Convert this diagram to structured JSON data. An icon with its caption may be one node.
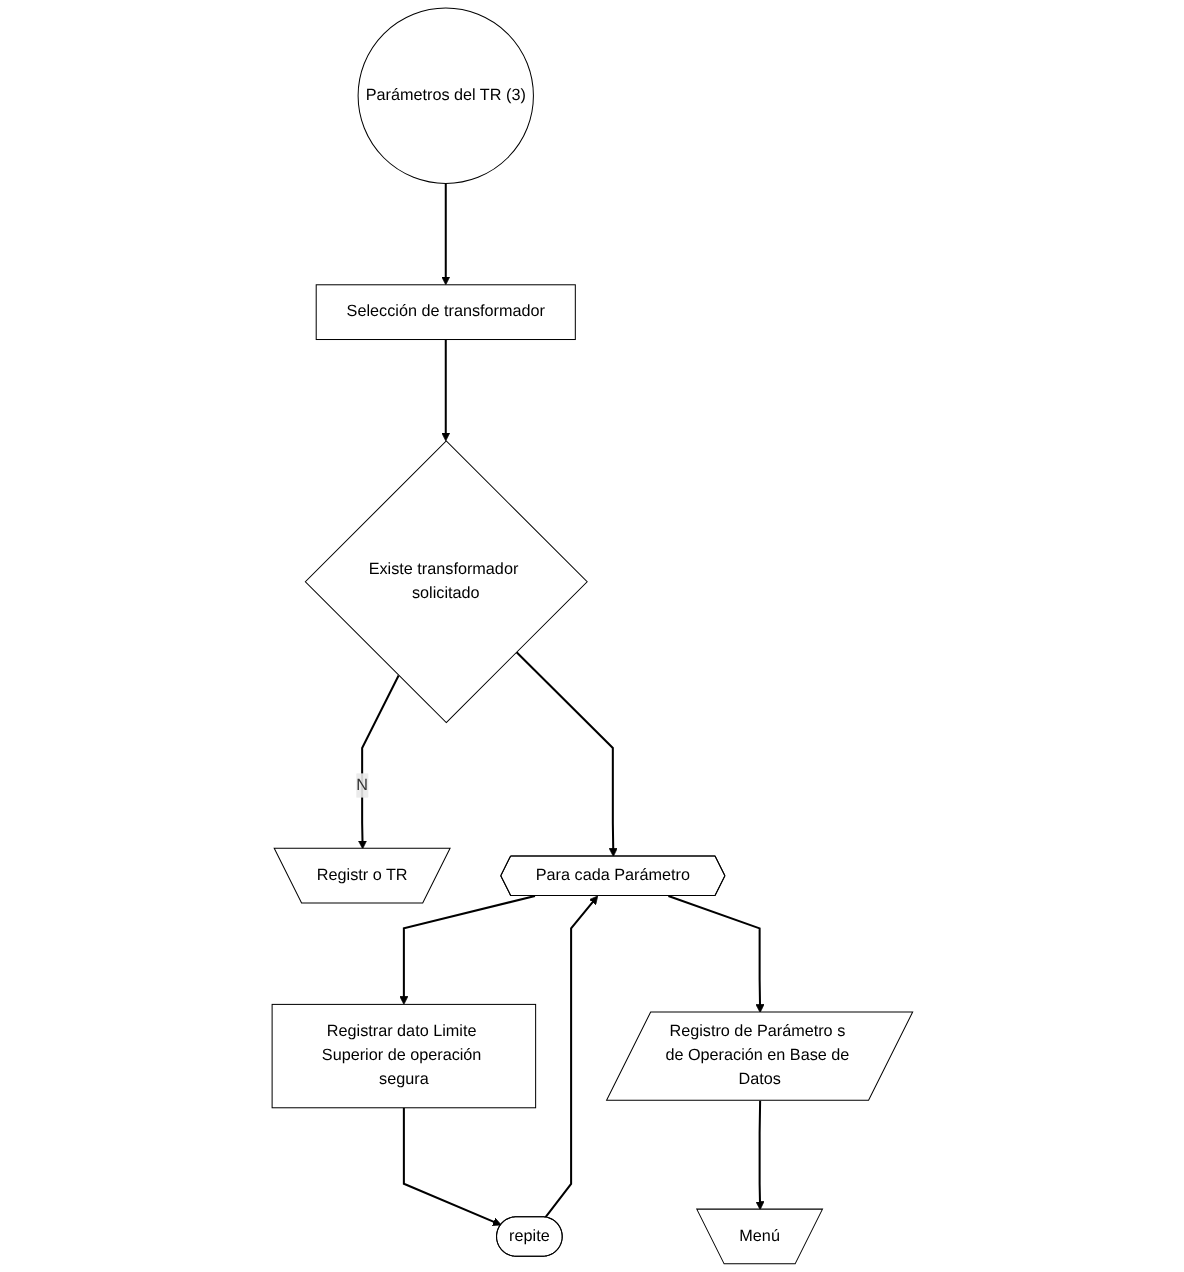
{
  "diagram": {
    "nodes": [
      {
        "text": [
          "Parámetros del TR (3)"
        ]
      },
      {
        "text": [
          "Selección de transformador"
        ]
      },
      {
        "text": [
          "Existe transformador solicitado"
        ]
      },
      {
        "text": [
          "Registr o TR"
        ]
      },
      {
        "text": [
          "Para cada Parámetro"
        ]
      },
      {
        "text": [
          "Registrar dato Limite Superior de operación segura"
        ]
      },
      {
        "text": [
          "repite"
        ]
      },
      {
        "text": [
          "Registro de Parámetro s de Operación en Base de Datos"
        ]
      },
      {
        "text": [
          "Menú"
        ]
      }
    ],
    "edges": [
      {
        "from": 0,
        "to": 1,
        "arrow": "to"
      },
      {
        "from": 1,
        "to": 2,
        "arrow": "to"
      },
      {
        "from": 2,
        "to": 3,
        "arrow": "to",
        "label": "N"
      },
      {
        "from": 2,
        "to": 4,
        "arrow": "to"
      },
      {
        "from": 4,
        "to": 5,
        "arrow": "to"
      },
      {
        "from": 5,
        "to": 6,
        "arrow": "to"
      },
      {
        "from": 6,
        "to": 4,
        "arrow": "to"
      },
      {
        "from": 4,
        "to": 7,
        "arrow": "to"
      },
      {
        "from": 7,
        "to": 8,
        "arrow": "to"
      }
    ]
  }
}
